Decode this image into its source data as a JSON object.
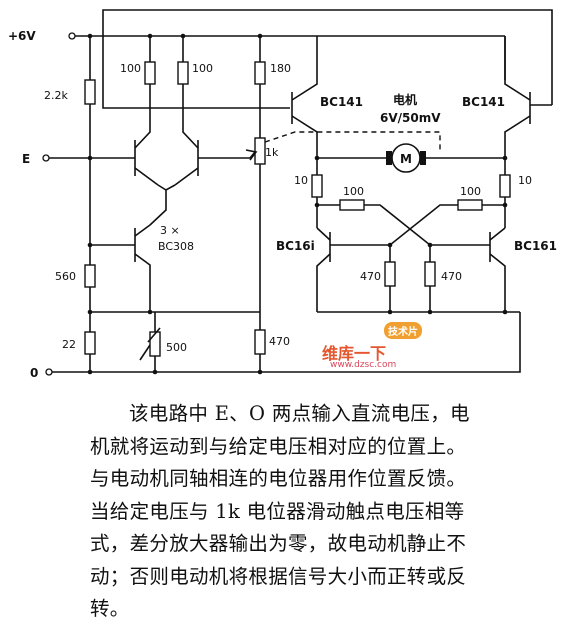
{
  "diagram": {
    "supply_label": "+6V",
    "input_label": "E",
    "ground_label": "0",
    "resistors": {
      "r_input": "2.2k",
      "r_collector_left": "100",
      "r_collector_right": "100",
      "r_pot_top": "180",
      "r_pot": "1k",
      "r_emitter_a": "560",
      "r_emitter_b": "22",
      "r_trim": "500",
      "r_pot_bottom": "470",
      "r_left_10": "10",
      "r_right_10": "10",
      "r_cross_left": "100",
      "r_cross_right": "100",
      "r_left_470": "470",
      "r_right_470": "470"
    },
    "transistors": {
      "pnp_group": "3 ×\nBC308",
      "pnp_group_line1": "3 ×",
      "pnp_group_line2": "BC308",
      "q_top_left": "BC141",
      "q_top_right": "BC141",
      "q_bottom_left": "BC16i",
      "q_bottom_right": "BC161"
    },
    "motor": {
      "title": "电机",
      "rating": "6V/50mV",
      "symbol": "M"
    }
  },
  "watermark": {
    "name": "维库一下",
    "url": "www.dzsc.com",
    "badge": "技术片"
  },
  "caption": {
    "text": "该电路中 E、O 两点输入直流电压，电机就将运动到与给定电压相对应的位置上。与电动机同轴相连的电位器用作位置反馈。当给定电压与 1k 电位器滑动触点电压相等式，差分放大器输出为零，故电动机静止不动；否则电动机将根据信号大小而正转或反转。"
  }
}
